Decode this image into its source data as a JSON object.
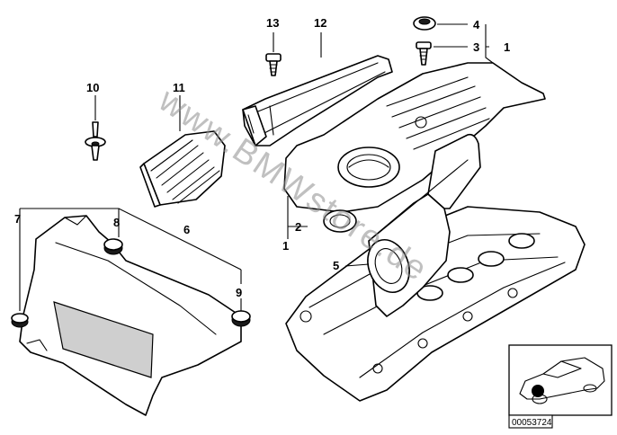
{
  "diagram": {
    "watermark": "www.BMWstore.de",
    "reference_code": "00053724",
    "callouts": [
      {
        "id": "c1a",
        "label": "1"
      },
      {
        "id": "c1b",
        "label": "1"
      },
      {
        "id": "c2",
        "label": "2"
      },
      {
        "id": "c3",
        "label": "3"
      },
      {
        "id": "c4",
        "label": "4"
      },
      {
        "id": "c5",
        "label": "5"
      },
      {
        "id": "c6",
        "label": "6"
      },
      {
        "id": "c7",
        "label": "7"
      },
      {
        "id": "c8",
        "label": "8"
      },
      {
        "id": "c9",
        "label": "9"
      },
      {
        "id": "c10",
        "label": "10"
      },
      {
        "id": "c11",
        "label": "11"
      },
      {
        "id": "c12",
        "label": "12"
      },
      {
        "id": "c13",
        "label": "13"
      }
    ]
  }
}
